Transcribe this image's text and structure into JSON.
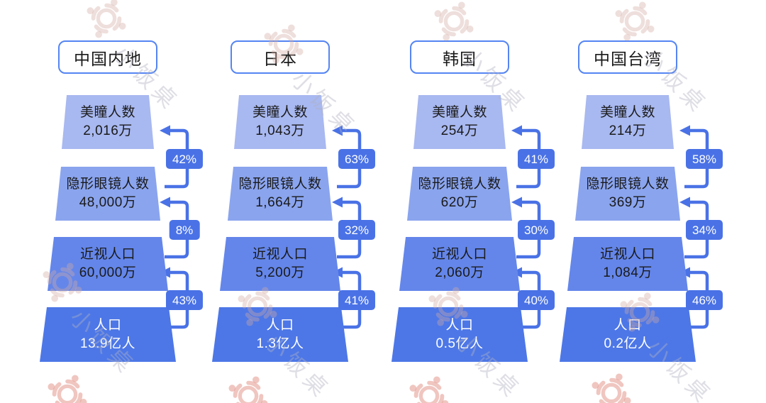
{
  "watermark": {
    "text": "小饭桌",
    "logo": "round-table-people-logo"
  },
  "palette": {
    "tier_colors": [
      "#a8b8f0",
      "#8aa4ee",
      "#6486ea",
      "#4d77e7"
    ],
    "accent_blue": "#4a72e6",
    "title_border_blue": "#5585f3",
    "bottom_tier_text": "#ffffff",
    "text_black": "#1a1a1a"
  },
  "chart_data": [
    {
      "type": "funnel",
      "title": "中国内地",
      "stages": [
        {
          "label": "美瞳人数",
          "value": "2,016万"
        },
        {
          "label": "隐形眼镜人数",
          "value": "48,000万"
        },
        {
          "label": "近视人口",
          "value": "60,000万"
        },
        {
          "label": "人口",
          "value": "13.9亿人"
        }
      ],
      "rates": [
        "42%",
        "8%",
        "43%"
      ],
      "rates_note": "each badge sits on an arrow from the lower stage up to the stage above; top to bottom gaps"
    },
    {
      "type": "funnel",
      "title": "日本",
      "stages": [
        {
          "label": "美瞳人数",
          "value": "1,043万"
        },
        {
          "label": "隐形眼镜人数",
          "value": "1,664万"
        },
        {
          "label": "近视人口",
          "value": "5,200万"
        },
        {
          "label": "人口",
          "value": "1.3亿人"
        }
      ],
      "rates": [
        "63%",
        "32%",
        "41%"
      ],
      "rates_note": "each badge sits on an arrow from the lower stage up to the stage above; top to bottom gaps"
    },
    {
      "type": "funnel",
      "title": "韩国",
      "stages": [
        {
          "label": "美瞳人数",
          "value": "254万"
        },
        {
          "label": "隐形眼镜人数",
          "value": "620万"
        },
        {
          "label": "近视人口",
          "value": "2,060万"
        },
        {
          "label": "人口",
          "value": "0.5亿人"
        }
      ],
      "rates": [
        "41%",
        "30%",
        "40%"
      ],
      "rates_note": "each badge sits on an arrow from the lower stage up to the stage above; top to bottom gaps"
    },
    {
      "type": "funnel",
      "title": "中国台湾",
      "stages": [
        {
          "label": "美瞳人数",
          "value": "214万"
        },
        {
          "label": "隐形眼镜人数",
          "value": "369万"
        },
        {
          "label": "近视人口",
          "value": "1,084万"
        },
        {
          "label": "人口",
          "value": "0.2亿人"
        }
      ],
      "rates": [
        "58%",
        "34%",
        "46%"
      ],
      "rates_note": "each badge sits on an arrow from the lower stage up to the stage above; top to bottom gaps"
    }
  ]
}
